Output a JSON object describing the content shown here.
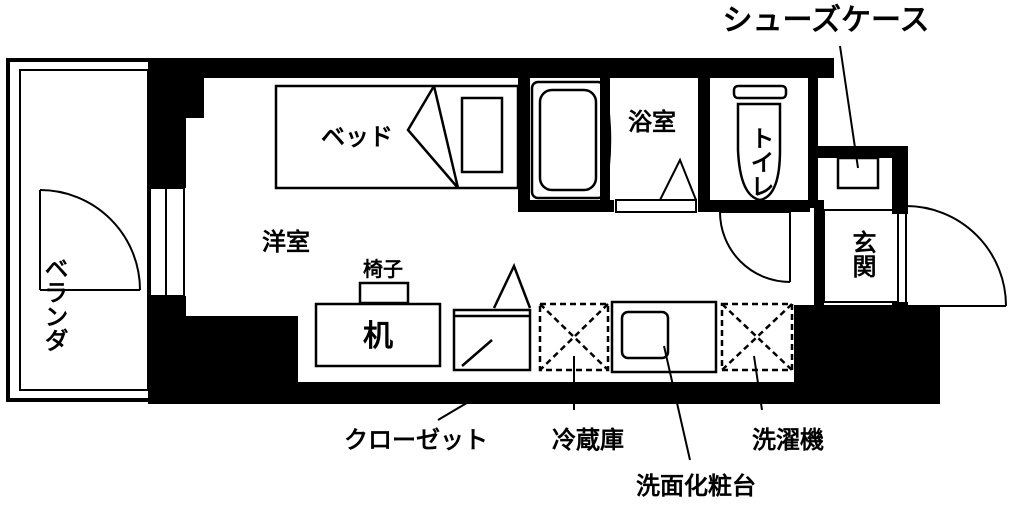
{
  "labels": {
    "shoes_case": "シューズケース",
    "bed": "ベッド",
    "bath": "浴室",
    "toilet": "トイレ",
    "western_room": "洋室",
    "chair": "椅子",
    "desk": "机",
    "balcony": "ベランダ",
    "entrance": "玄関",
    "closet": "クローゼット",
    "fridge": "冷蔵庫",
    "washing_machine": "洗濯機",
    "washbasin": "洗面化粧台"
  }
}
